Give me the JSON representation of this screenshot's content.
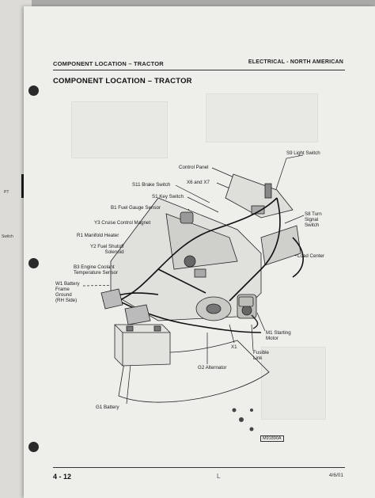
{
  "page": {
    "header_left": "COMPONENT LOCATION – TRACTOR",
    "header_right": "ELECTRICAL - NORTH AMERICAN",
    "title": "COMPONENT LOCATION – TRACTOR",
    "page_number": "4 - 12",
    "footer_mark": "L",
    "date": "4/6/01",
    "figure_ref": "M91890A"
  },
  "labels": {
    "s9": [
      "S9 Light Switch"
    ],
    "control_panel": [
      "Control Panel"
    ],
    "x6_x7": [
      "X6 and X7"
    ],
    "s11": [
      "S11 Brake Switch"
    ],
    "s1": [
      "S1 Key Switch"
    ],
    "b1": [
      "B1 Fuel Gauge Sensor"
    ],
    "y3": [
      "Y3 Cruise Control Magnet"
    ],
    "s8": [
      "S8 Turn",
      "Signal",
      "Switch"
    ],
    "r1": [
      "R1 Manifold Heater"
    ],
    "y2": [
      "Y2 Fuel Shutoff",
      "Solenoid"
    ],
    "load_center": [
      "Load Center"
    ],
    "b3": [
      "B3 Engine Coolant",
      "Temperature Sensor"
    ],
    "w1": [
      "W1 Battery",
      "Frame",
      "Ground",
      "(RH Side)"
    ],
    "m1": [
      "M1 Starting",
      "Motor"
    ],
    "x1": [
      "X1"
    ],
    "fusible": [
      "Fusible",
      "Link"
    ],
    "g2": [
      "G2 Alternator"
    ],
    "g1": [
      "G1 Battery"
    ]
  },
  "side_page": {
    "side_1": "PT",
    "side_2": "Switch"
  }
}
